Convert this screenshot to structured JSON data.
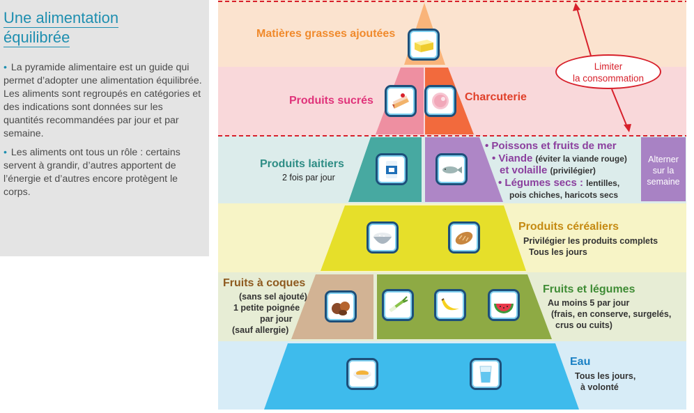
{
  "intro": {
    "title_line1": "Une alimentation",
    "title_line2": "équilibrée",
    "para1": "La pyramide alimentaire est un guide qui permet d’adopter une alimentation équilibrée. Les aliments sont regroupés en catégories et des indications sont données sur les quantités recommandées par jour et par semaine.",
    "para2": "Les aliments ont tous un rôle : certains servent à grandir, d’autres apportent de l’énergie et d’autres encore protègent le corps."
  },
  "annotations": {
    "limit_line1": "Limiter",
    "limit_line2": "la consommation",
    "alternate_line1": "Alterner",
    "alternate_line2": "sur la",
    "alternate_line3": "semaine"
  },
  "levels": {
    "fats": {
      "title": "Matières grasses ajoutées",
      "icon": "butter-icon"
    },
    "sweets": {
      "title": "Produits sucrés",
      "icon": "cake-icon"
    },
    "deli": {
      "title": "Charcuterie",
      "icon": "ham-icon"
    },
    "dairy": {
      "title": "Produits laitiers",
      "note": "2 fois par jour",
      "icon": "milk-icon"
    },
    "protein": {
      "fish": "Poissons et fruits de mer",
      "meat": "Viande",
      "meat_note": "(éviter la viande rouge)",
      "poultry": "et volaille",
      "poultry_note": "(privilégier)",
      "legumes": "Légumes secs :",
      "legumes_note1": "lentilles,",
      "legumes_note2": "pois chiches, haricots secs",
      "icon": "fish-icon"
    },
    "cereals": {
      "title": "Produits céréaliers",
      "note1": "Privilégier les produits complets",
      "note2": "Tous les jours",
      "icons": [
        "rice-icon",
        "bread-icon"
      ]
    },
    "nuts": {
      "title": "Fruits à coques",
      "note1": "(sans sel ajouté)",
      "note2": "1 petite poignée",
      "note3": "par jour",
      "note4": "(sauf allergie)",
      "icon": "nuts-icon"
    },
    "fruits_veg": {
      "title": "Fruits et légumes",
      "note1": "Au moins 5 par jour",
      "note2": "(frais, en conserve, surgelés,",
      "note3": "crus ou cuits)",
      "icons": [
        "leek-icon",
        "banana-icon",
        "watermelon-icon"
      ]
    },
    "water": {
      "title": "Eau",
      "note1": "Tous les jours,",
      "note2": "à volonté",
      "icons": [
        "soup-icon",
        "water-glass-icon"
      ]
    }
  },
  "colors": {
    "fats_band": "#fbe3cf",
    "fats_tri": "#f9b47a",
    "fats_text": "#f08a2c",
    "sweets_band": "#f9d8da",
    "sweets_tri": "#ee8fa1",
    "sweets_text": "#e0337a",
    "deli_tri": "#f26a3d",
    "deli_text": "#e0402a",
    "dairy_band": "#dceceb",
    "dairy_tri": "#47a9a1",
    "dairy_text": "#2e8d85",
    "protein_tri": "#ae86c6",
    "protein_text": "#8b3f9e",
    "cereal_band": "#f7f4c6",
    "cereal_tri": "#e6df2a",
    "cereal_text": "#c58a12",
    "nuts_band": "#efe9dd",
    "nuts_tri": "#d2b394",
    "nuts_text": "#8e5a1f",
    "fv_band": "#e7edd5",
    "fv_tri": "#8eaa44",
    "fv_text": "#3f8c35",
    "water_band": "#d7ecf7",
    "water_tri": "#3ebbec",
    "water_text": "#1a80c4",
    "limit_red": "#d7202b"
  }
}
